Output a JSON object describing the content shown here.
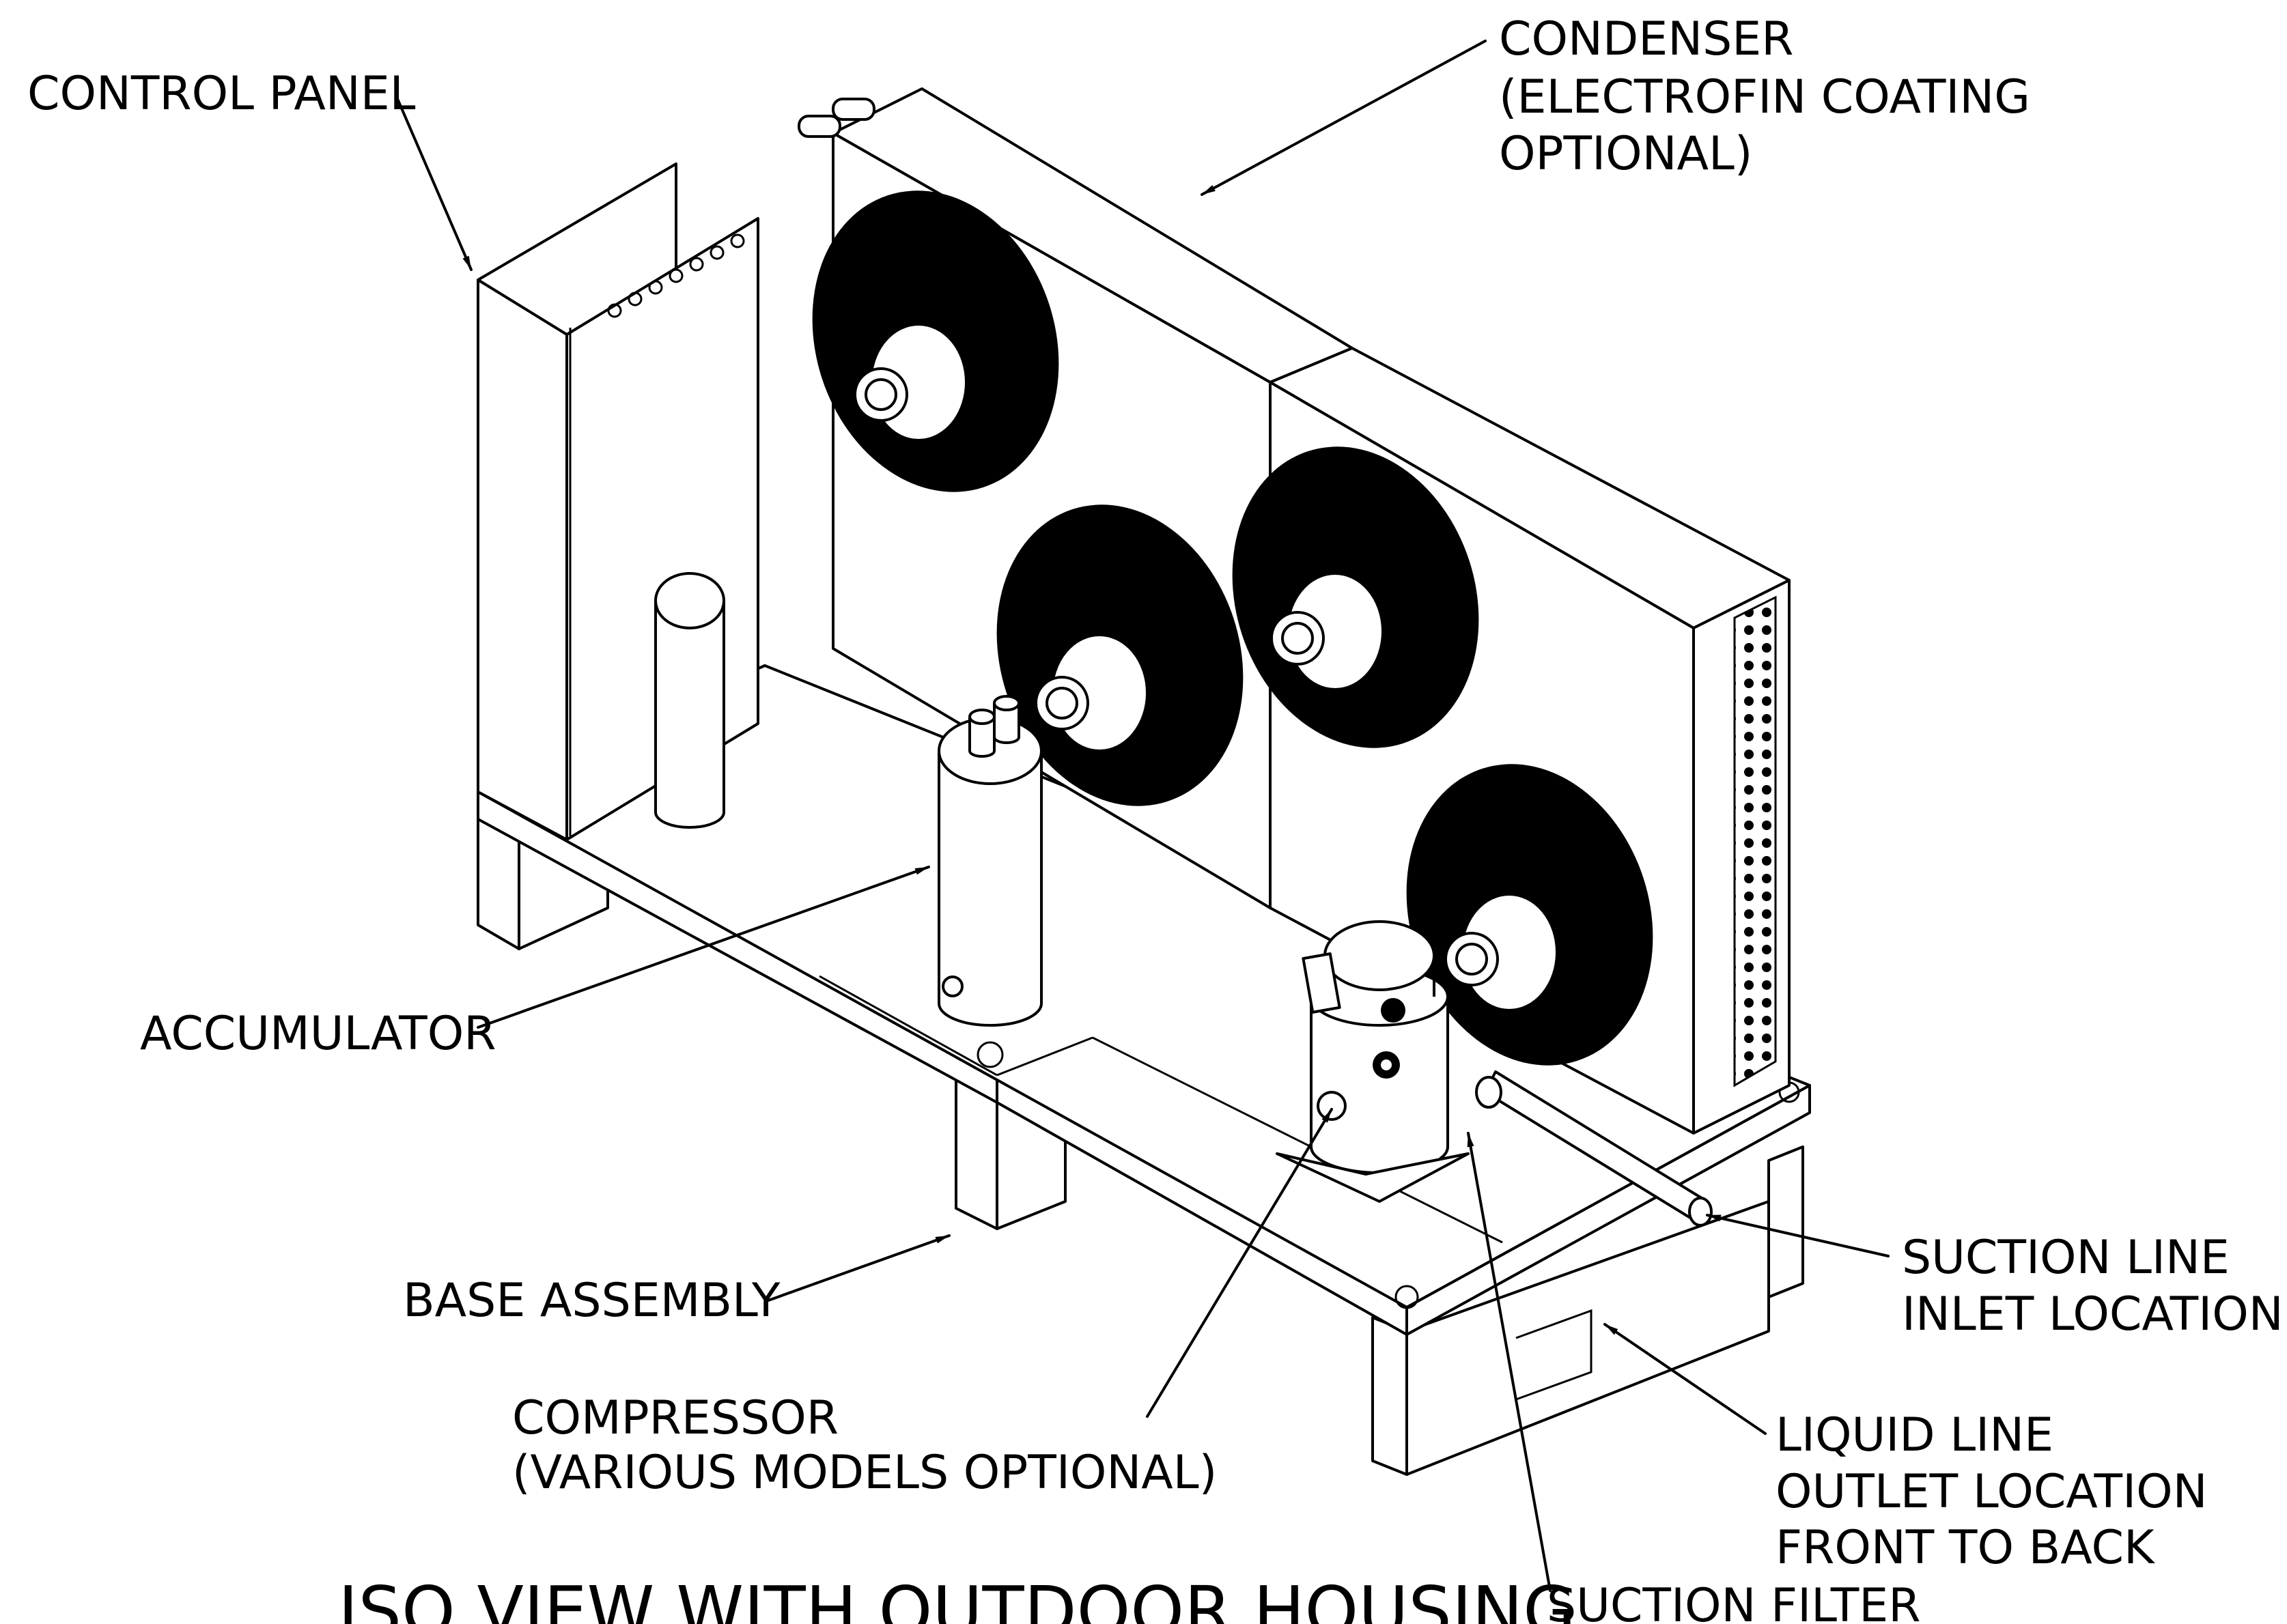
{
  "labels": {
    "control_panel": "CONTROL PANEL",
    "condenser": [
      "CONDENSER",
      "(ELECTROFIN COATING",
      "OPTIONAL)"
    ],
    "accumulator": "ACCUMULATOR",
    "base_assembly": "BASE ASSEMBLY",
    "compressor": [
      "COMPRESSOR",
      "(VARIOUS MODELS OPTIONAL)"
    ],
    "suction_line": [
      "SUCTION LINE",
      "INLET LOCATION"
    ],
    "liquid_line": [
      "LIQUID LINE",
      "OUTLET LOCATION",
      "FRONT TO BACK"
    ],
    "suction_filter": "SUCTION FILTER"
  },
  "view_title": "ISO VIEW WITH OUTDOOR HOUSING"
}
